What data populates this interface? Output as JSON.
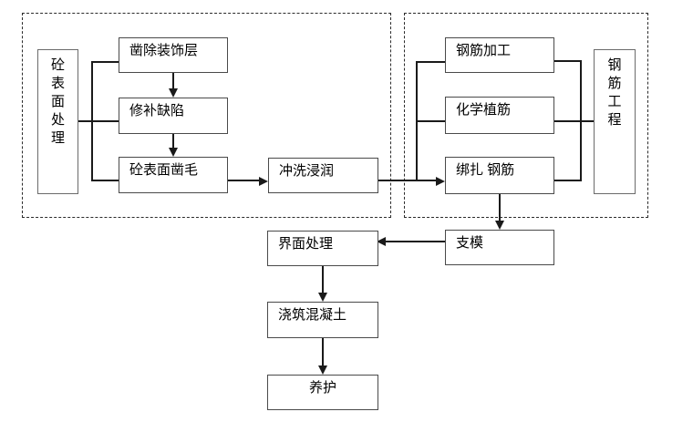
{
  "diagram": {
    "type": "flowchart",
    "language": "zh-CN",
    "colors": {
      "background": "#ffffff",
      "line": "#1a1a1a",
      "box_border": "#4a4a4a",
      "group_border_style": "dashed",
      "text": "#000000"
    },
    "nodes": {
      "concrete_surface_treatment": "砼表面处理",
      "chisel_decorative_layer": "凿除装饰层",
      "repair_defects": "修补缺陷",
      "roughen_concrete_surface": "砼表面凿毛",
      "rinse_soak": "冲洗浸润",
      "rebar_processing": "钢筋加工",
      "chemical_rebar_planting": "化学植筋",
      "tie_rebar": "绑扎 钢筋",
      "rebar_works": "钢筋工程",
      "formwork": "支模",
      "interface_treatment": "界面处理",
      "pour_concrete": "浇筑混凝土",
      "curing": "养护"
    },
    "groups": [
      {
        "side_label": "砼表面处理",
        "members": [
          "凿除装饰层",
          "修补缺陷",
          "砼表面凿毛"
        ]
      },
      {
        "side_label": "钢筋工程",
        "members": [
          "钢筋加工",
          "化学植筋",
          "绑扎 钢筋"
        ]
      }
    ],
    "arrows": [
      {
        "from": "chisel_decorative_layer",
        "to": "repair_defects"
      },
      {
        "from": "repair_defects",
        "to": "roughen_concrete_surface"
      },
      {
        "from": "roughen_concrete_surface",
        "to": "rinse_soak"
      },
      {
        "from": "rinse_soak",
        "to": "tie_rebar"
      },
      {
        "from": "tie_rebar",
        "to": "formwork"
      },
      {
        "from": "formwork",
        "to": "interface_treatment"
      },
      {
        "from": "interface_treatment",
        "to": "pour_concrete"
      },
      {
        "from": "pour_concrete",
        "to": "curing"
      }
    ]
  }
}
